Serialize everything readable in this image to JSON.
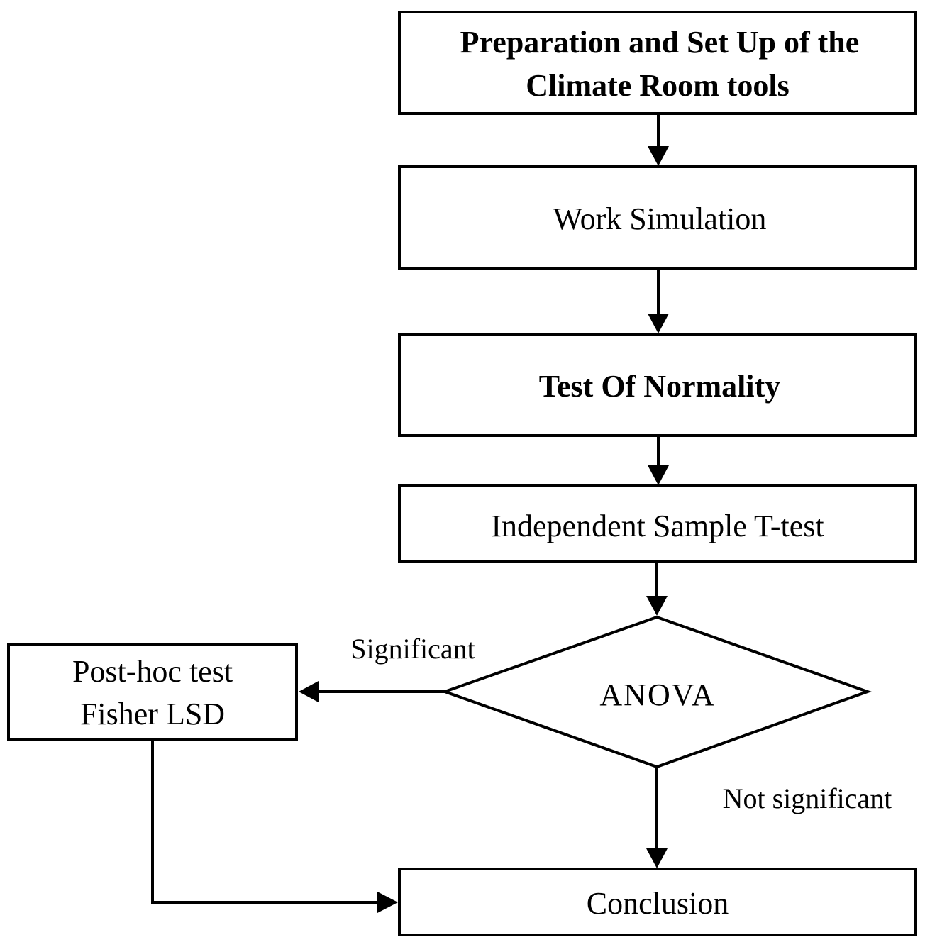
{
  "nodes": {
    "preparation": {
      "lines": [
        "Preparation and Set Up of the",
        "Climate Room tools"
      ]
    },
    "work_simulation": {
      "text": "Work Simulation"
    },
    "normality": {
      "text": "Test Of Normality"
    },
    "ttest": {
      "text": "Independent Sample T-test"
    },
    "anova": {
      "text": "ANOVA"
    },
    "posthoc": {
      "lines": [
        "Post-hoc test",
        "Fisher LSD"
      ]
    },
    "conclusion": {
      "text": "Conclusion"
    }
  },
  "edges": {
    "significant": "Significant",
    "not_significant": "Not significant"
  }
}
